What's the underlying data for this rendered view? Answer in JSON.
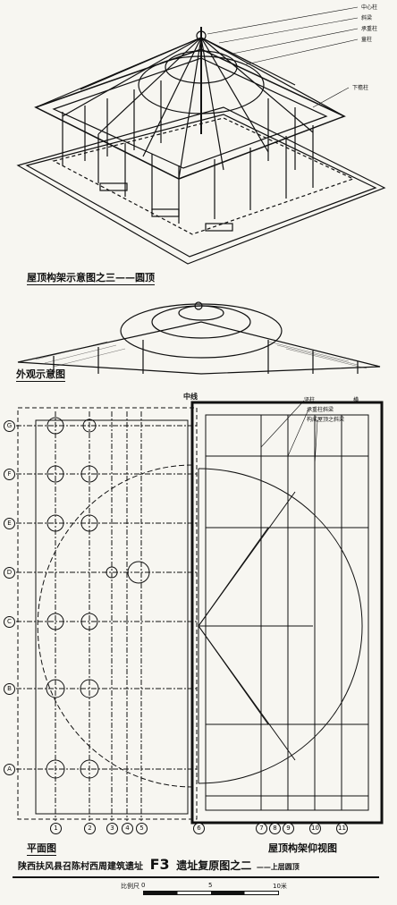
{
  "labels": {
    "top_callouts": [
      "中心柱",
      "斜梁",
      "承重柱",
      "童柱"
    ],
    "eave_callout": "下檐柱",
    "bottom_callouts": [
      "坚柱",
      "横",
      "承重柱斜梁",
      "构成屋顶之斜梁"
    ],
    "center_mark": "中线"
  },
  "captions": {
    "roof_frame": "屋顶构架示意图之三——圆顶",
    "exterior": "外观示意图",
    "plan": "平面图",
    "roof_plan": "屋顶构架仰视图",
    "main_title_prefix": "陕西扶风县召陈村西周建筑遗址",
    "main_title_code": "F3",
    "main_title_suffix": "遗址复原图之二",
    "main_title_note": "——上层圆顶"
  },
  "grid_rows": [
    "G",
    "F",
    "E",
    "D",
    "C",
    "B",
    "A"
  ],
  "grid_cols": [
    "1",
    "2",
    "3",
    "4",
    "5",
    "6",
    "7",
    "8",
    "9",
    "10",
    "11"
  ],
  "scale": {
    "label": "比例尺",
    "ticks": [
      "0",
      "5",
      "10米"
    ]
  }
}
